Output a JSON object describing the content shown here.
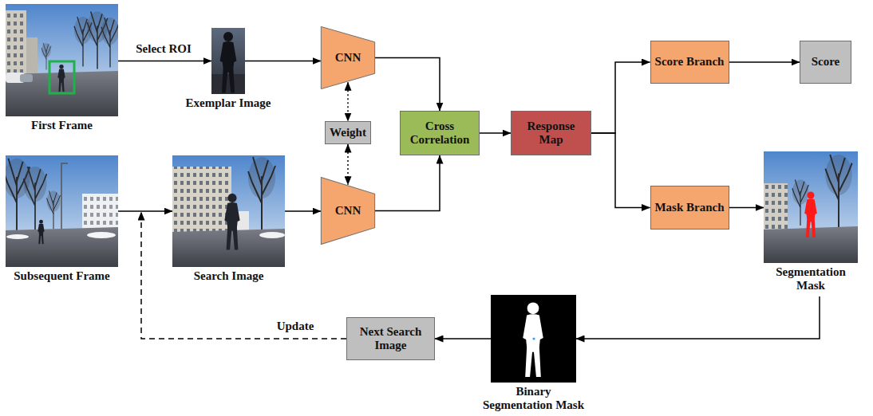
{
  "diagram": {
    "nodes": [
      {
        "text": [
          "First Frame"
        ]
      },
      {
        "text": [
          "Exemplar Image"
        ]
      },
      {
        "text": [
          "CNN"
        ]
      },
      {
        "text": [
          "Weight"
        ]
      },
      {
        "text": [
          "Cross Correlation"
        ]
      },
      {
        "text": [
          "Response Map"
        ]
      },
      {
        "text": [
          "Score Branch"
        ]
      },
      {
        "text": [
          "Score"
        ]
      },
      {
        "text": [
          "Subsequent Frame"
        ]
      },
      {
        "text": [
          "Search Image"
        ]
      },
      {
        "text": [
          "CNN"
        ]
      },
      {
        "text": [
          "Mask Branch"
        ]
      },
      {
        "text": [
          "Segmentation Mask"
        ]
      },
      {
        "text": [
          "Next Search Image"
        ]
      },
      {
        "text": [
          "Binary Segmentation Mask"
        ]
      }
    ],
    "edges": [
      {
        "from": 0,
        "to": 1,
        "label": "Select ROI",
        "arrow": "to"
      },
      {
        "from": 1,
        "to": 2,
        "arrow": "to"
      },
      {
        "from": 2,
        "to": 4,
        "arrow": "to"
      },
      {
        "from": 2,
        "to": 3,
        "arrow": "both"
      },
      {
        "from": 3,
        "to": 10,
        "arrow": "both"
      },
      {
        "from": 8,
        "to": 9,
        "arrow": "to"
      },
      {
        "from": 9,
        "to": 10,
        "arrow": "to"
      },
      {
        "from": 10,
        "to": 4,
        "arrow": "to"
      },
      {
        "from": 4,
        "to": 5,
        "arrow": "to"
      },
      {
        "from": 5,
        "to": 6,
        "arrow": "to"
      },
      {
        "from": 6,
        "to": 7,
        "arrow": "to"
      },
      {
        "from": 5,
        "to": 11,
        "arrow": "to"
      },
      {
        "from": 11,
        "to": 12,
        "arrow": "to"
      },
      {
        "from": 12,
        "to": 14,
        "arrow": "to"
      },
      {
        "from": 14,
        "to": 13,
        "arrow": "to"
      },
      {
        "from": 13,
        "to": 9,
        "label": "Update",
        "arrow": "to"
      }
    ]
  }
}
